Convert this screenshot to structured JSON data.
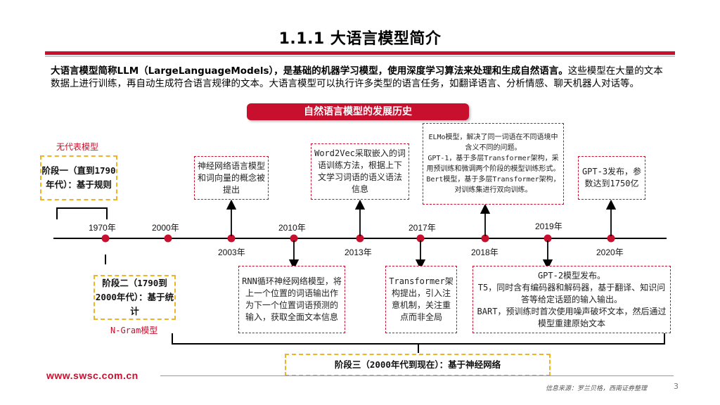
{
  "title": "1.1.1 大语言模型简介",
  "intro": {
    "bold": "大语言模型简称LLM（LargeLanguageModels），是基础的机器学习模型，使用深度学习算法来处理和生成自然语言。",
    "rest": "这些模型在大量的文本数据上进行训练，再自动生成符合语言规律的文本。大语言模型可以执行许多类型的语言任务，如翻译语言、分析情感、聊天机器人对话等。"
  },
  "banner": "自然语言模型的发展历史",
  "years": {
    "y1970": "1970年",
    "y2000": "2000年",
    "y2003": "2003年",
    "y2010": "2010年",
    "y2013": "2013年",
    "y2017": "2017年",
    "y2018": "2018年",
    "y2019": "2019年",
    "y2020": "2020年"
  },
  "stages": {
    "stage1_label": "无代表模型",
    "stage1": "阶段一（直到1790年代）：基于规则",
    "stage2": "阶段二（1790到2000年代）：基于统计",
    "stage2_label": "N-Gram模型",
    "stage3": "阶段三（2000年代到现在）：基于神经网络"
  },
  "events": {
    "e2003": "神经网络语言模型和词向量的概念被提出",
    "e2010": "RNN循环神经网络模型，将上一个位置的词语输出作为下一个位置词语预测的输入，获取全面文本信息",
    "e2013": "Word2Vec采取嵌入的词语训练方法，根据上下文学习词语的语义语法信息",
    "e2017": "Transformer架构提出，引入注意机制，关注重点而非全局",
    "e2018_lines": [
      "ELMo模型，解决了同一词语在不同语境中含义不同的问题。",
      "GPT-1，基于多层Transformer架构，采用预训练和微调两个阶段的模型训练形式。",
      "Bert模型，基于多层Transformer架构，对训练集进行双向训练。"
    ],
    "e2019_lines": [
      "GPT-2模型发布。",
      "T5，同时含有编码器和解码器，基于翻译、知识问答等给定话题的输入输出。",
      "BART，预训练时首次使用噪声破坏文本，然后通过模型重建原始文本"
    ],
    "e2020": "GPT-3发布，参数达到1750亿"
  },
  "footer": {
    "url": "www.swsc.com.cn",
    "source": "信息来源：罗兰贝格，西南证券整理",
    "page": "3"
  },
  "colors": {
    "accent": "#c8102e",
    "stage": "#f0b323"
  }
}
